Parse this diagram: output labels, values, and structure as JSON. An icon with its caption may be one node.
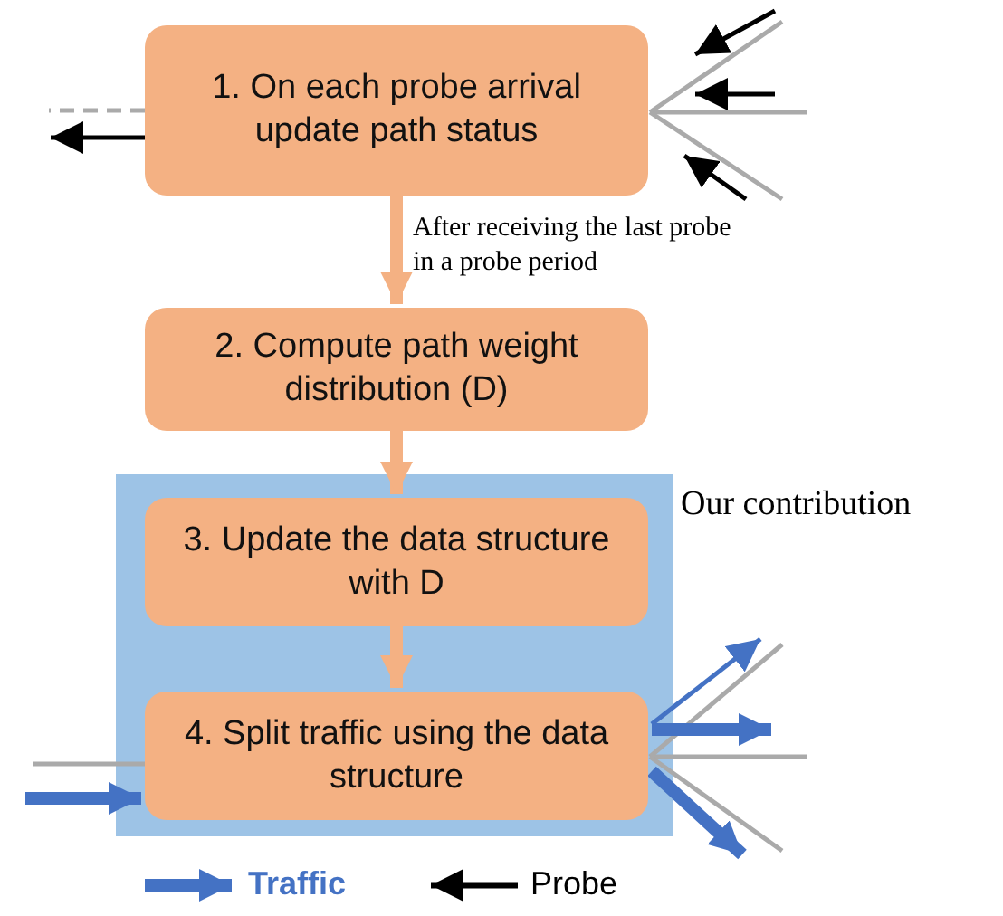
{
  "diagram": {
    "nodes": [
      {
        "text": [
          "1. On each probe arrival update path status"
        ]
      },
      {
        "text": [
          "2. Compute path weight distribution (D)"
        ]
      },
      {
        "text": [
          "Our contribution"
        ]
      },
      {
        "text": [
          "3. Update the data structure with D"
        ],
        "in": 2
      },
      {
        "text": [
          "4. Split traffic using the data structure"
        ],
        "in": 2
      }
    ],
    "edges": [
      {
        "from": 0,
        "to": 1,
        "arrow": "to",
        "label": "After receiving the last probe in a probe period",
        "style": "thick",
        "color": "#f4b183"
      },
      {
        "from": 1,
        "to": 3,
        "arrow": "to",
        "style": "thick",
        "color": "#f4b183"
      },
      {
        "from": 3,
        "to": 4,
        "arrow": "to",
        "style": "thick",
        "color": "#f4b183"
      },
      {
        "from": 0,
        "to": null,
        "arrow": "none"
      },
      {
        "from": 0,
        "to": null,
        "arrow": "none"
      },
      {
        "from": 0,
        "to": null,
        "arrow": "none"
      },
      {
        "from": null,
        "to": 0,
        "arrow": "to",
        "color": "#000000"
      },
      {
        "from": null,
        "to": 0,
        "arrow": "to",
        "color": "#000000"
      },
      {
        "from": null,
        "to": 0,
        "arrow": "to",
        "color": "#000000"
      },
      {
        "from": 0,
        "to": null,
        "arrow": "none",
        "style": "dashed"
      },
      {
        "from": 0,
        "to": null,
        "arrow": "to",
        "color": "#000000"
      },
      {
        "from": null,
        "to": 4,
        "arrow": "none"
      },
      {
        "from": null,
        "to": 4,
        "arrow": "to",
        "style": "thick",
        "color": "#4472c4"
      },
      {
        "from": 4,
        "to": null,
        "arrow": "none"
      },
      {
        "from": 4,
        "to": null,
        "arrow": "none"
      },
      {
        "from": 4,
        "to": null,
        "arrow": "none"
      },
      {
        "from": 4,
        "to": null,
        "arrow": "to",
        "color": "#4472c4"
      },
      {
        "from": 4,
        "to": null,
        "arrow": "to",
        "style": "thick",
        "color": "#4472c4"
      },
      {
        "from": 4,
        "to": null,
        "arrow": "to",
        "style": "thick",
        "color": "#4472c4"
      }
    ],
    "legend": [
      {
        "text": "Traffic"
      },
      {
        "text": "Probe"
      }
    ]
  }
}
